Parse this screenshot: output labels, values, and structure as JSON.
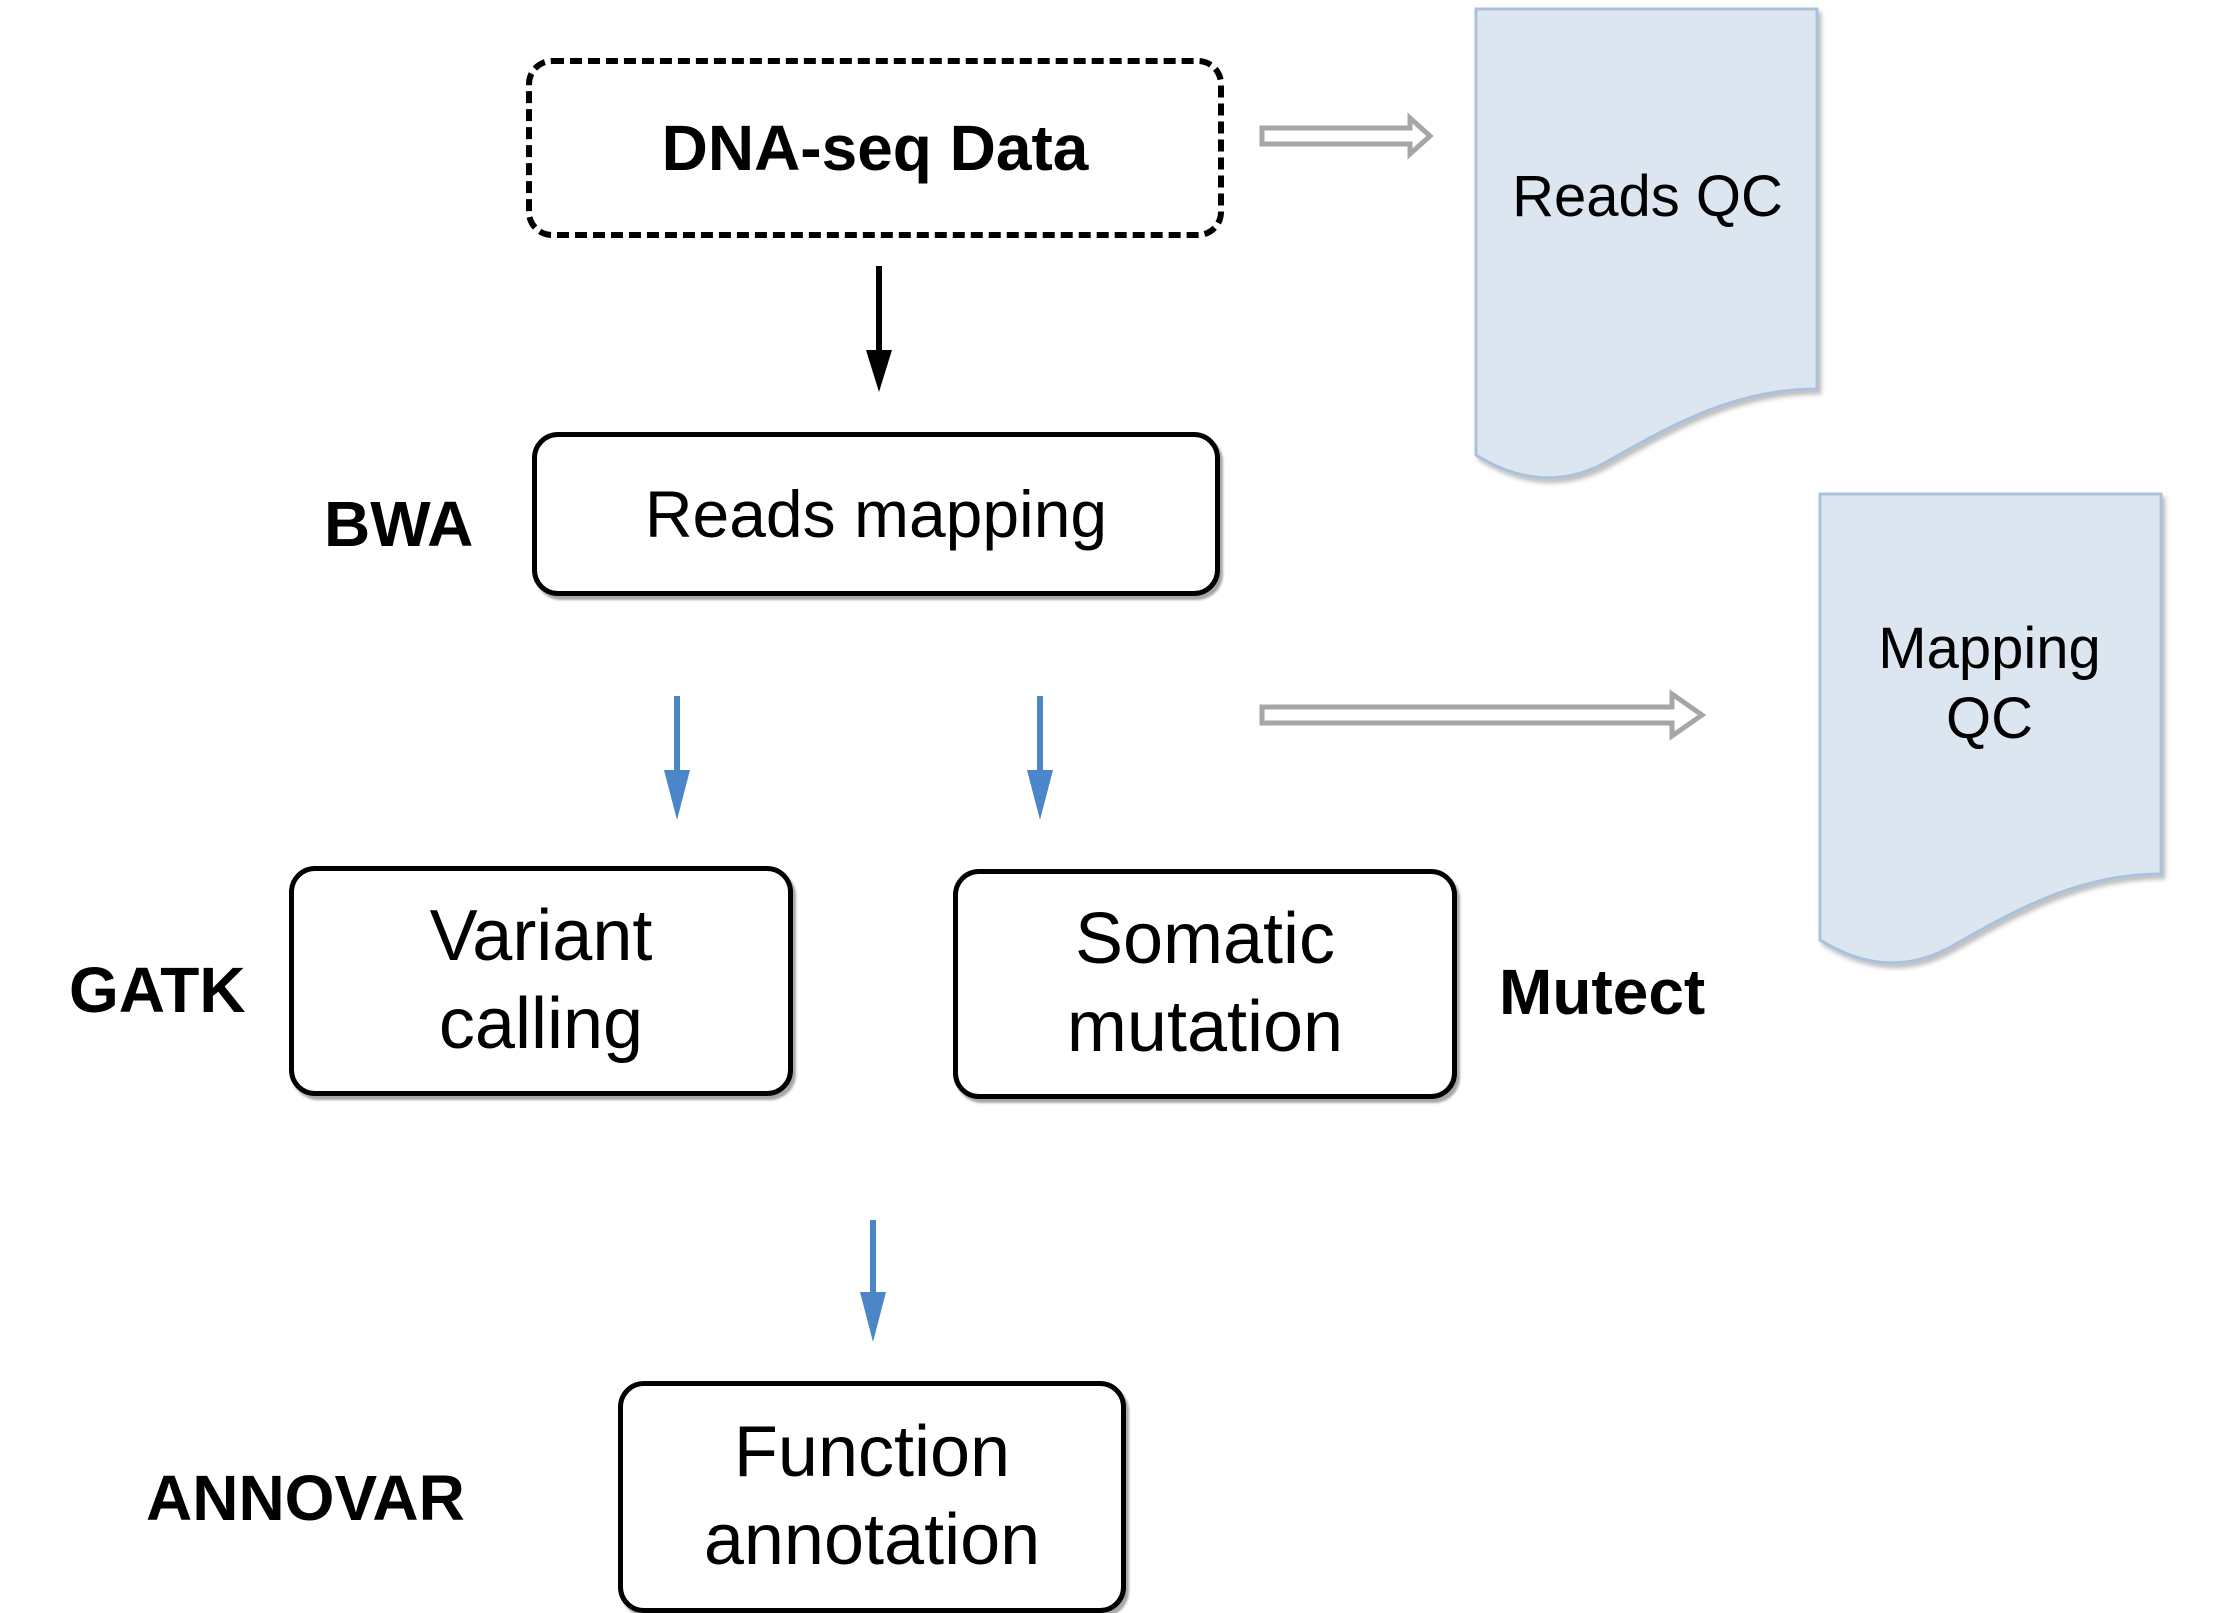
{
  "input": {
    "label": "DNA-seq Data"
  },
  "steps": {
    "mapping": {
      "label": "Reads mapping",
      "tool": "BWA"
    },
    "variant": {
      "label": "Variant\ncalling",
      "tool": "GATK"
    },
    "somatic": {
      "label": "Somatic\nmutation",
      "tool": "Mutect"
    },
    "annotation": {
      "label": "Function\nannotation",
      "tool": "ANNOVAR"
    }
  },
  "qc_docs": {
    "reads_qc": {
      "label": "Reads QC"
    },
    "mapping_qc": {
      "label": "Mapping\nQC"
    }
  },
  "colors": {
    "flow_arrow": "#4a86c8",
    "main_arrow": "#000000",
    "qc_arrow": "#a6a6a6",
    "doc_fill": "#dce6f1",
    "doc_stroke": "#a9c1dd",
    "box_border": "#000000"
  }
}
